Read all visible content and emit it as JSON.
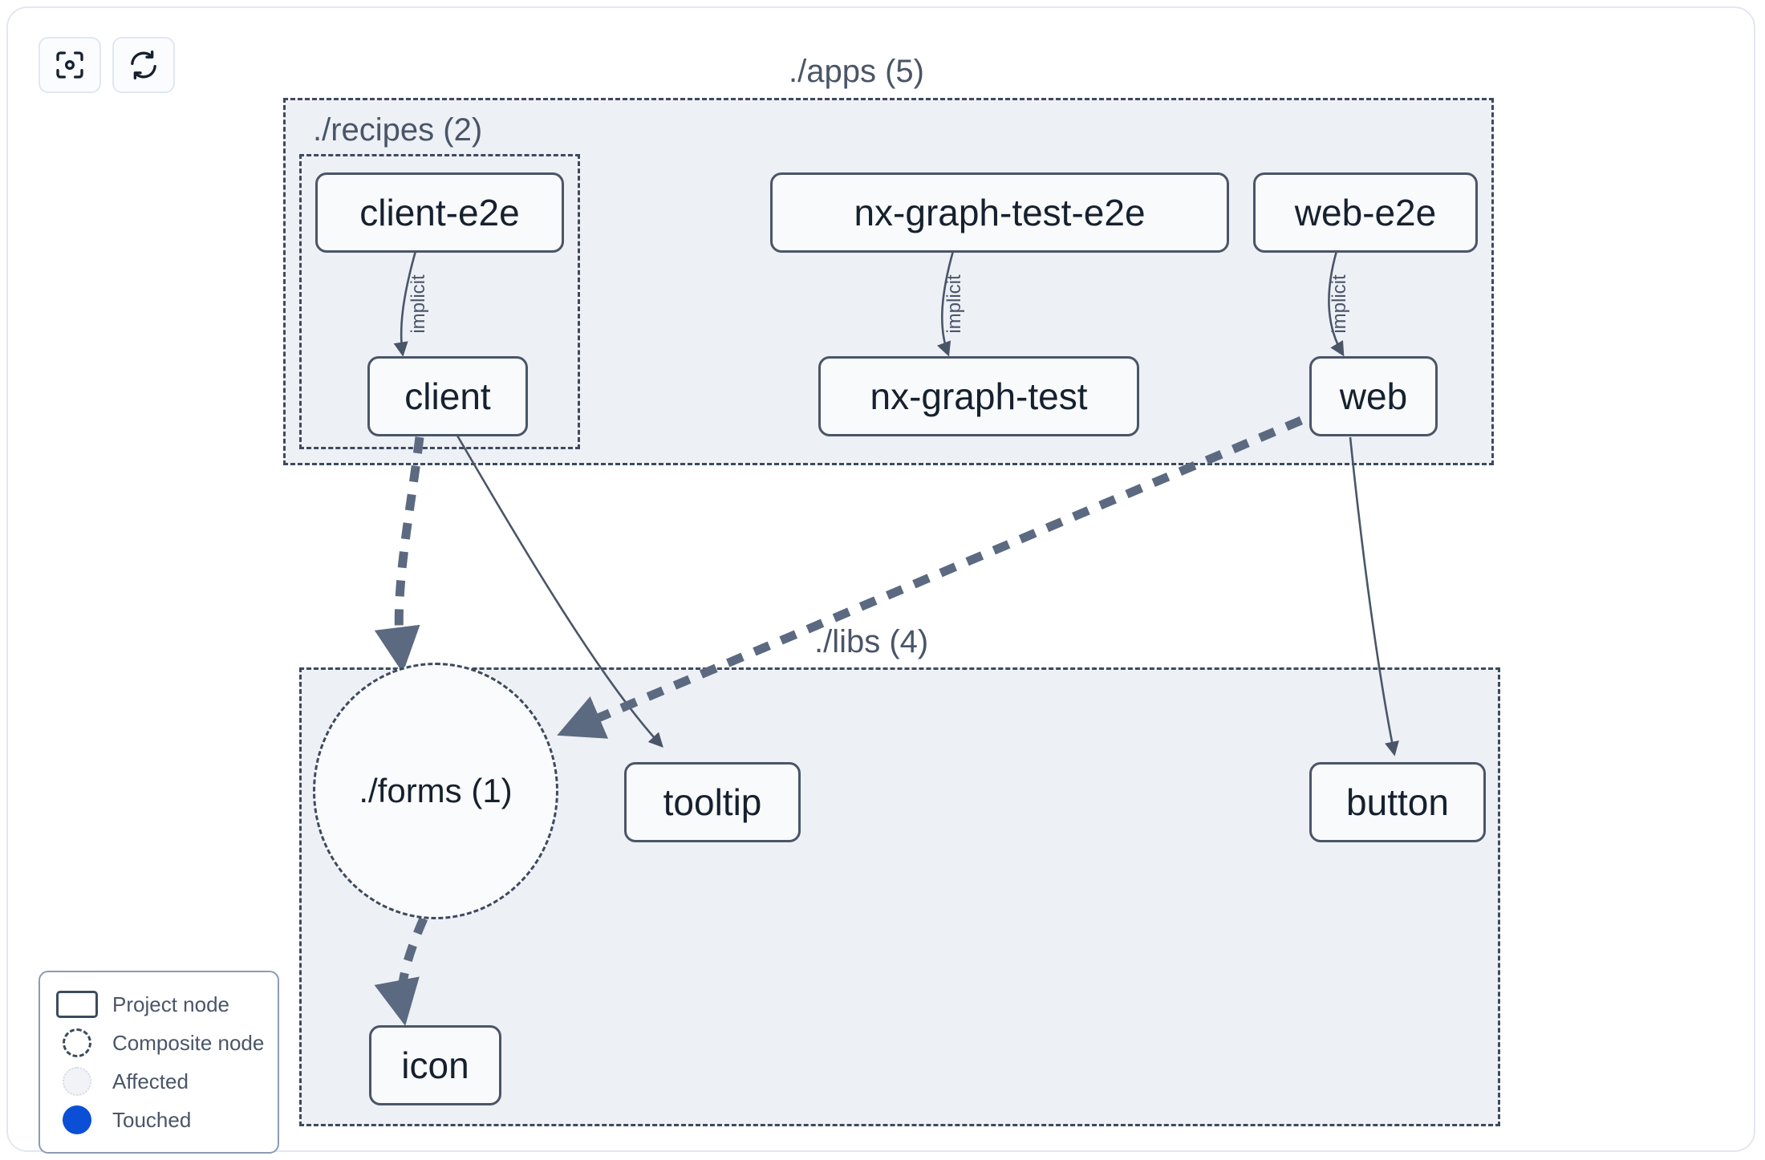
{
  "toolbar": {
    "buttons": [
      {
        "name": "focus-graph-button",
        "icon": "focus-target-icon",
        "title": "Focus"
      },
      {
        "name": "refresh-graph-button",
        "icon": "refresh-icon",
        "title": "Refresh"
      }
    ]
  },
  "groups": {
    "apps": {
      "label": "./apps (5)"
    },
    "recipes": {
      "label": "./recipes (2)"
    },
    "libs": {
      "label": "./libs (4)"
    }
  },
  "nodes": {
    "client_e2e": {
      "label": "client-e2e"
    },
    "nx_graph_test_e2e": {
      "label": "nx-graph-test-e2e"
    },
    "web_e2e": {
      "label": "web-e2e"
    },
    "client": {
      "label": "client"
    },
    "nx_graph_test": {
      "label": "nx-graph-test"
    },
    "web": {
      "label": "web"
    },
    "forms": {
      "label": "./forms (1)"
    },
    "tooltip": {
      "label": "tooltip"
    },
    "button": {
      "label": "button"
    },
    "icon": {
      "label": "icon"
    }
  },
  "edge_labels": {
    "client_implicit": "implicit",
    "nxgraphtest_implicit": "implicit",
    "web_implicit": "implicit"
  },
  "legend": {
    "items": [
      {
        "label": "Project node",
        "swatch": "project-node-swatch"
      },
      {
        "label": "Composite node",
        "swatch": "composite-node-swatch"
      },
      {
        "label": "Affected",
        "swatch": "affected-swatch"
      },
      {
        "label": "Touched",
        "swatch": "touched-swatch"
      }
    ]
  },
  "colors": {
    "group_fill": "#edf0f5",
    "group_border": "#3d4a5e",
    "node_fill": "#f8fafc",
    "node_border": "#4a5568",
    "edge_solid": "#4a5568",
    "edge_dashed": "#5b6a80",
    "touched": "#0b4fd6",
    "canvas_border": "#e3e7f0"
  }
}
